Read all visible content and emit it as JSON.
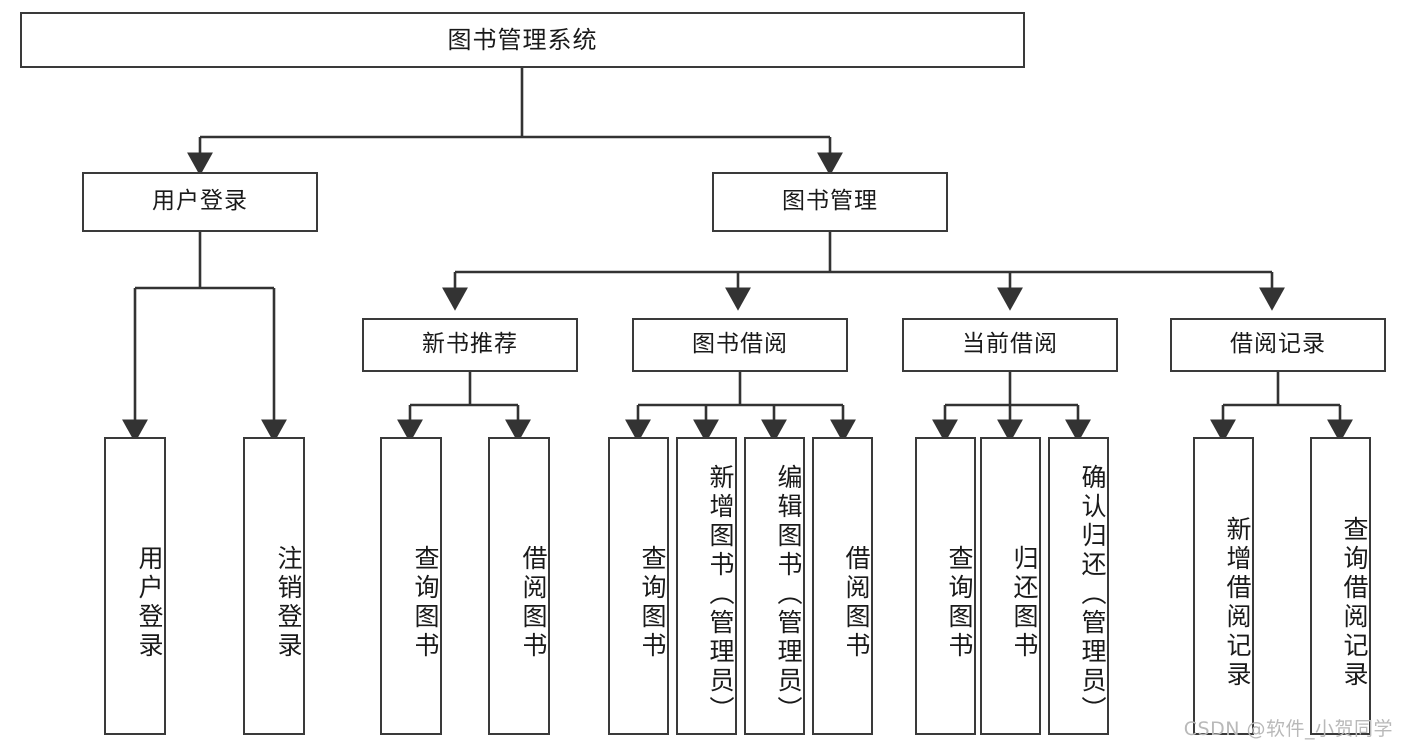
{
  "diagram": {
    "title": "图书管理系统",
    "type": "tree-hierarchy-diagram",
    "colors": {
      "box_border": "#3a3a3a",
      "box_fill": "#ffffff",
      "edge": "#333333",
      "text": "#1a1a1a",
      "watermark": "#b9b9b9",
      "background": "#ffffff"
    }
  },
  "watermark": {
    "text": "CSDN @软件_小贺同学"
  },
  "nodes": {
    "root": {
      "label": "图书管理系统"
    },
    "level2": [
      {
        "id": "user-login",
        "label": "用户登录"
      },
      {
        "id": "book-manage",
        "label": "图书管理"
      }
    ],
    "level3": [
      {
        "id": "new-book-recommend",
        "label": "新书推荐"
      },
      {
        "id": "book-borrow",
        "label": "图书借阅"
      },
      {
        "id": "current-borrow",
        "label": "当前借阅"
      },
      {
        "id": "borrow-record",
        "label": "借阅记录"
      }
    ],
    "leaves": {
      "user_login": [
        {
          "id": "leaf-user-login",
          "label": "用户登录"
        },
        {
          "id": "leaf-user-logout",
          "label": "注销登录"
        }
      ],
      "new_book_recommend": [
        {
          "id": "leaf-query-book-1",
          "label": "查询图书"
        },
        {
          "id": "leaf-borrow-book-1",
          "label": "借阅图书"
        }
      ],
      "book_borrow": [
        {
          "id": "leaf-query-book-2",
          "label": "查询图书"
        },
        {
          "id": "leaf-add-book",
          "label": "新增图书（管理员）"
        },
        {
          "id": "leaf-edit-book",
          "label": "编辑图书（管理员）"
        },
        {
          "id": "leaf-borrow-book-2",
          "label": "借阅图书"
        }
      ],
      "current_borrow": [
        {
          "id": "leaf-query-book-3",
          "label": "查询图书"
        },
        {
          "id": "leaf-return-book",
          "label": "归还图书"
        },
        {
          "id": "leaf-confirm-return",
          "label": "确认归还（管理员）"
        }
      ],
      "borrow_record": [
        {
          "id": "leaf-add-record",
          "label": "新增借阅记录"
        },
        {
          "id": "leaf-query-record",
          "label": "查询借阅记录"
        }
      ]
    }
  }
}
